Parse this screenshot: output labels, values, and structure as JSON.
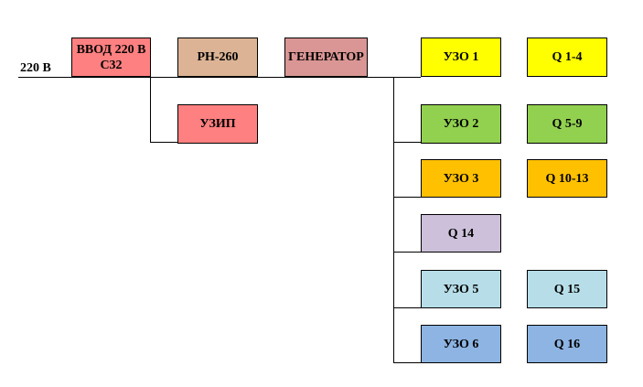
{
  "input_label": "220 В",
  "boxes": {
    "vvod": {
      "label": "ВВОД 220 В С32",
      "color": "#ff8080"
    },
    "rn": {
      "label": "РН-260",
      "color": "#dcb495"
    },
    "generator": {
      "label": "ГЕНЕРАТОР",
      "color": "#da9694"
    },
    "uzip": {
      "label": "УЗИП",
      "color": "#ff8080"
    },
    "uzo1": {
      "label": "УЗО 1",
      "color": "#ffff00"
    },
    "q1_4": {
      "label": "Q 1-4",
      "color": "#ffff00"
    },
    "uzo2": {
      "label": "УЗО 2",
      "color": "#92d050"
    },
    "q5_9": {
      "label": "Q 5-9",
      "color": "#92d050"
    },
    "uzo3": {
      "label": "УЗО 3",
      "color": "#ffc000"
    },
    "q10_13": {
      "label": "Q 10-13",
      "color": "#ffc000"
    },
    "q14": {
      "label": "Q 14",
      "color": "#ccc0da"
    },
    "uzo5": {
      "label": "УЗО 5",
      "color": "#b7dee8"
    },
    "q15": {
      "label": "Q 15",
      "color": "#b7dee8"
    },
    "uzo6": {
      "label": "УЗО 6",
      "color": "#8db4e2"
    },
    "q16": {
      "label": "Q 16",
      "color": "#8db4e2"
    }
  }
}
